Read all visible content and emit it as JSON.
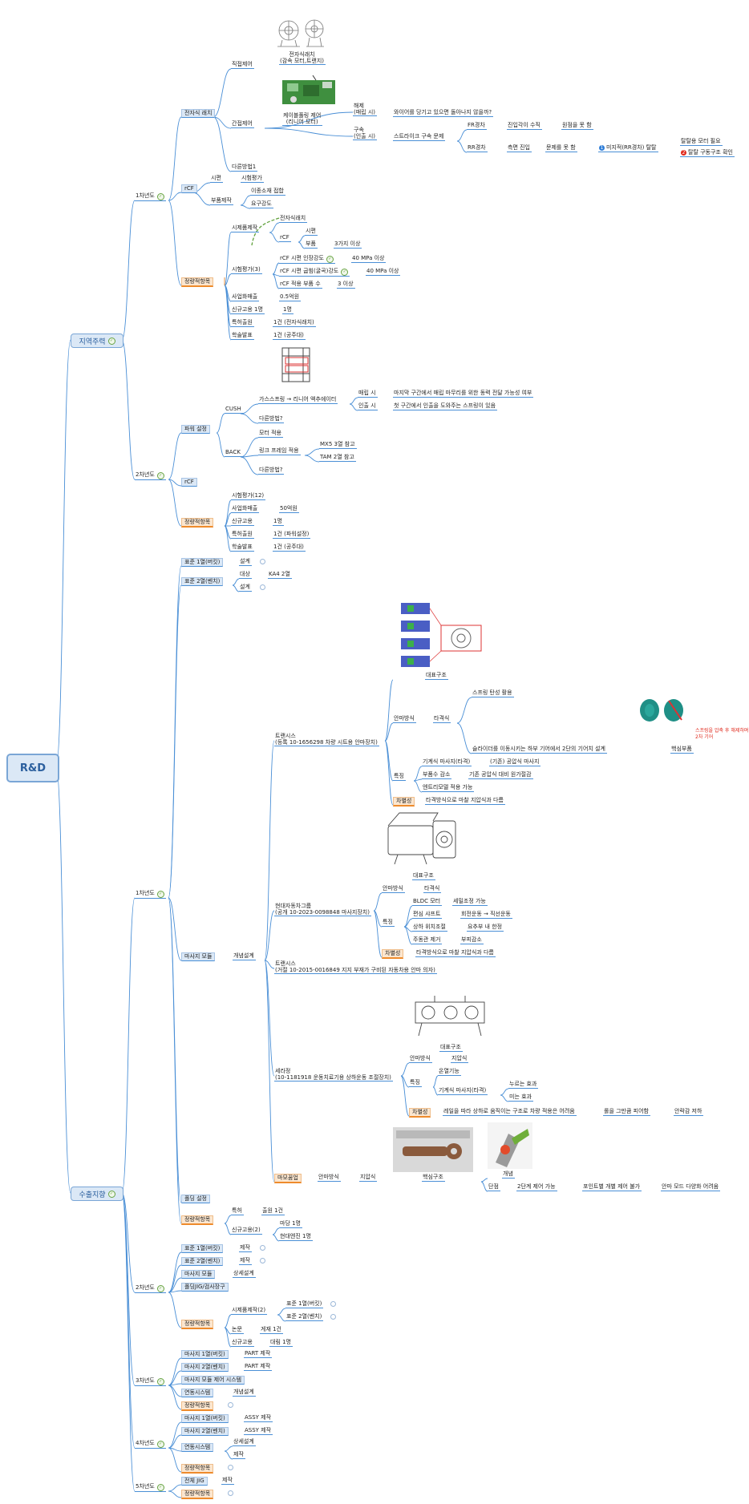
{
  "root": "R&D",
  "branches": {
    "local": "지역주력",
    "export": "수출지향"
  },
  "local_y1": {
    "year": "1차년도",
    "solenoid": "전자식 래치",
    "direct_control": "직접제어",
    "direct_sub": "전자식래치\n(감속 모터,트랜지)",
    "indirect_control": "간접제어",
    "indirect_sub": "케이블풀링 제어\n(리니어 모터)",
    "other_method": "다른방법1",
    "release": "해제\n(매립 시)",
    "release_desc": "와이어를 당기고 있으면 돌아나지 않을까?",
    "restrain": "구속\n(인출 시)",
    "restrain_desc": "스트라이크 구속 문제",
    "fr_switch": "FR경차",
    "fr_a": "진입각이 수직",
    "fr_b": "원점을 못 함",
    "rr_switch": "RR경차",
    "rr_a": "측면 진입",
    "rr_b": "문제를 못 함",
    "rr_c": "미지적(RR경차) 탈탈",
    "rr_d": "탈탈용 모터 필요",
    "rr_e": "탈탈 구동구조 확인",
    "rcf": "rCF",
    "rcf_spec": "시편",
    "rcf_spec_eval": "시험평가",
    "rcf_part": "부품제작",
    "rcf_part_a": "이종소재 접합",
    "rcf_part_b": "요구강도",
    "quant": "정량적항목",
    "q_proto": "시제품제작",
    "q_proto_a": "전자식래치",
    "q_proto_rcf": "rCF",
    "q_proto_spec": "시편",
    "q_proto_part": "부품",
    "q_proto_part_v": "3가지 이상",
    "q_test": "시험평가(3)",
    "q_test_a": "rCF 시편 인장강도",
    "q_test_a_v": "40 MPa 이상",
    "q_test_b": "rCF 시편 굽힘(굴곡)강도",
    "q_test_b_v": "40 MPa 이상",
    "q_test_c": "rCF 적용 부품 수",
    "q_test_c_v": "3 이상",
    "q_sales": "사업화매출",
    "q_sales_v": "0.5억원",
    "q_hire": "신규고용 1명",
    "q_hire_v": "1명",
    "q_patent": "특허출원",
    "q_patent_v": "1건 (전자식래치)",
    "q_paper": "학술발표",
    "q_paper_v": "1건 (공주대)"
  },
  "local_y2": {
    "year": "2차년도",
    "power": "파워 설정",
    "cush": "CUSH",
    "cush_a": "가스스프링 → 리니어 액추에이터",
    "cush_a1": "매립 시",
    "cush_a1_v": "마지막 구간에서 매립 마무리를 위한 동력 전달 가능성 여부",
    "cush_a2": "인출 시",
    "cush_a2_v": "첫 구간에서 인출을 도와주는 스프링이 있음",
    "cush_b": "다른방법?",
    "back": "BACK",
    "back_a": "모터 적용",
    "back_b": "링크 프레임 적용",
    "back_b1": "MX5 3열 참고",
    "back_b2": "TAM 2열 참고",
    "back_c": "다른방법?",
    "rcf": "rCF",
    "quant": "정량적항목",
    "q_test": "시험평가(12)",
    "q_sales": "사업화매출",
    "q_sales_v": "50억원",
    "q_hire": "신규고용",
    "q_hire_v": "1명",
    "q_patent": "특허출원",
    "q_patent_v": "1건 (파워설정)",
    "q_paper": "학술발표",
    "q_paper_v": "1건 (공주대)"
  },
  "exp_y1": {
    "year": "1차년도",
    "std1": "표준 1열(버킷)",
    "std1_a": "설계",
    "std2": "표준 2열(벤치)",
    "std2_a": "대상",
    "std2_a_v": "KA4 2열",
    "std2_b": "설계",
    "massage": "마사지 모듈",
    "concept": "개념설계",
    "p1": "트랜시스\n(등록 10-1656298 차량 시트용 안마장치)",
    "p1_struct": "대표구조",
    "p1_mode": "안마방식",
    "p1_mode_v": "타격식",
    "p1_mode_a": "스프링 탄성 활용",
    "p1_mode_b": "슬라이더를 이동시키는 하부 기어에서 2단의 기어치 설계",
    "p1_mode_b_v": "핵심부품",
    "p1_red": "스프링을 압축 후 해제하며 시키는 핵심구조\n2차 기어",
    "p1_feat": "특징",
    "p1_feat_a": "기계식 마사지(타격)",
    "p1_feat_a_v": "(기존) 공압식 마사지",
    "p1_feat_b": "부품수 감소",
    "p1_feat_b_v": "기존 공압식 대비 원가절감",
    "p1_feat_c": "엔트리모델 적용 가능",
    "p1_diff": "차별성",
    "p1_diff_v": "타격방식으로 마찰 지압식과 다름",
    "p2": "현대자동차그룹\n(공개 10-2023-0098848 마사지장치)",
    "p2_struct": "대표구조",
    "p2_mode": "안마방식",
    "p2_mode_v": "타격식",
    "p2_feat": "특징",
    "p2_feat_a": "BLDC 모터",
    "p2_feat_a_v": "세밀조정 가능",
    "p2_feat_b": "편심 샤프트",
    "p2_feat_b_v": "회전운동 → 직선운동",
    "p2_feat_c": "상하 위치조절",
    "p2_feat_c_v": "요추부 내 한정",
    "p2_feat_d": "주동관 제거",
    "p2_feat_d_v": "부피감소",
    "p2_diff": "차별성",
    "p2_diff_v": "타격방식으로 마찰 지압식과 다름",
    "p3": "트랜시스\n(거절 10-2015-0016849 지지 부재가 구비된 자동차용 안마 의자)",
    "p4": "세라정\n(10-1181918 운동치료기용 상하운동 조절장치)",
    "p4_struct": "대표구조",
    "p4_mode": "안마방식",
    "p4_mode_v": "지압식",
    "p4_feat": "특징",
    "p4_feat_a": "온열기능",
    "p4_feat_b": "기계식 마사지(타격)",
    "p4_feat_b1": "누르는 효과",
    "p4_feat_b2": "미는 효과",
    "p4_diff": "차별성",
    "p4_diff_v": "레일을 따라 상하로 움직이는 구조로 차량 적용은 어려움",
    "p4_diff_b": "롤을 그만큼 피어함",
    "p4_diff_c": "안락감 저하",
    "own": "마모꿈업",
    "own_mode": "안마방식",
    "own_mode_v": "지압식",
    "own_core": "핵심구조",
    "own_concept": "개념",
    "own_diff": "단점",
    "own_diff_a": "2단계 제어 가능",
    "own_diff_b": "포인트별 개별 제어 불가",
    "own_diff_c": "안마 모드 다양화 어려움",
    "fold": "폴딩 설정",
    "quant": "정량적항목",
    "q_patent": "특허",
    "q_patent_v": "출원 1건",
    "q_hire": "신규고용(2)",
    "q_hire_a": "마당 1명",
    "q_hire_b": "현대엔진 1명"
  },
  "exp_y2": {
    "year": "2차년도",
    "std1": "표준 1열(버킷)",
    "std1_a": "제작",
    "std2": "표준 2열(벤치)",
    "std2_a": "제작",
    "massage": "마사지 모듈",
    "massage_a": "상세설계",
    "fold": "폴딩JIG/검사장구",
    "quant": "정량적항목",
    "q_proto": "시제품제작(2)",
    "q_proto_a": "표준 1열(버킷)",
    "q_proto_b": "표준 2열(벤치)",
    "q_paper": "논문",
    "q_paper_v": "게재 1건",
    "q_hire": "신규고용",
    "q_hire_v": "대림 1명"
  },
  "exp_y3": {
    "year": "3차년도",
    "m1": "마사지 1열(버킷)",
    "m1_v": "PART 제작",
    "m2": "마사지 2열(벤치)",
    "m2_v": "PART 제작",
    "m3": "마사지 모듈 제어 시스템",
    "link": "연동시스템",
    "link_v": "개념설계",
    "quant": "정량적항목"
  },
  "exp_y4": {
    "year": "4차년도",
    "m1": "마사지 1열(버킷)",
    "m1_v": "ASSY 제작",
    "m2": "마사지 2열(벤치)",
    "m2_v": "ASSY 제작",
    "link": "연동시스템",
    "link_a": "상세설계",
    "link_b": "제작",
    "quant": "정량적항목"
  },
  "exp_y5": {
    "year": "5차년도",
    "jig": "전체 JIG",
    "jig_v": "제작",
    "quant": "정량적항목"
  },
  "colors": {
    "line": "#4a8fd6",
    "box": "#dbe8f6",
    "quant": "#ee8b2c",
    "alert": "#e0281b",
    "ok": "#67a342"
  }
}
